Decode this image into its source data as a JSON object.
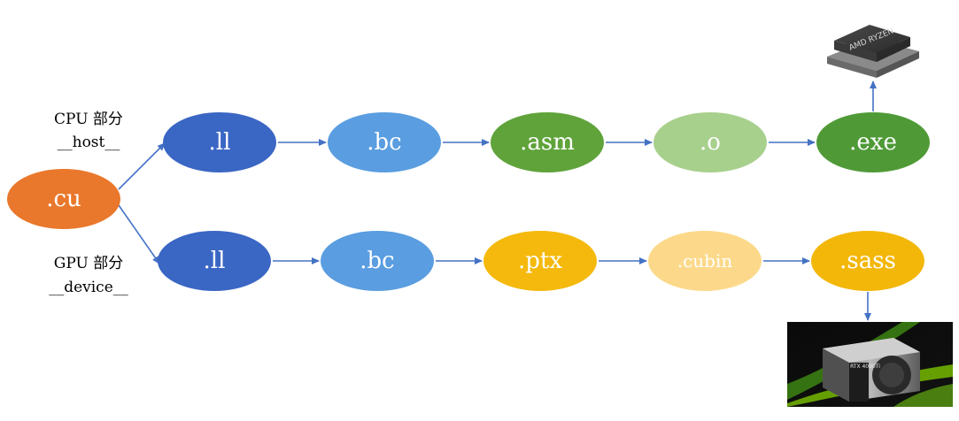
{
  "source": {
    "label": ".cu",
    "fill": "#e9782c"
  },
  "cpu": {
    "label_line1": "CPU 部分",
    "label_line2": "__host__",
    "nodes": [
      {
        "label": ".ll",
        "fill": "#3a66c4",
        "text_color": "#ffffff"
      },
      {
        "label": ".bc",
        "fill": "#5a9de0",
        "text_color": "#ffffff"
      },
      {
        "label": ".asm",
        "fill": "#5fa33a",
        "text_color": "#ffffff"
      },
      {
        "label": ".o",
        "fill": "#a8d08d",
        "text_color": "#222222"
      },
      {
        "label": ".exe",
        "fill": "#4f9a37",
        "text_color": "#ffffff"
      }
    ],
    "device_icon": "amd-ryzen-cpu-icon",
    "device_text": "AMD RYZEN"
  },
  "gpu": {
    "label_line1": "GPU 部分",
    "label_line2": "__device__",
    "nodes": [
      {
        "label": ".ll",
        "fill": "#3a66c4",
        "text_color": "#ffffff"
      },
      {
        "label": ".bc",
        "fill": "#5a9de0",
        "text_color": "#ffffff"
      },
      {
        "label": ".ptx",
        "fill": "#f4b90c",
        "text_color": "#ffffff"
      },
      {
        "label": ".cubin",
        "fill": "#fcd98a",
        "text_color": "#222222"
      },
      {
        "label": ".sass",
        "fill": "#f3b70a",
        "text_color": "#ffffff"
      }
    ],
    "device_icon": "nvidia-rtx-gpu-icon",
    "device_text": "RTX 4090Ti"
  },
  "arrow_color": "#4472c4"
}
